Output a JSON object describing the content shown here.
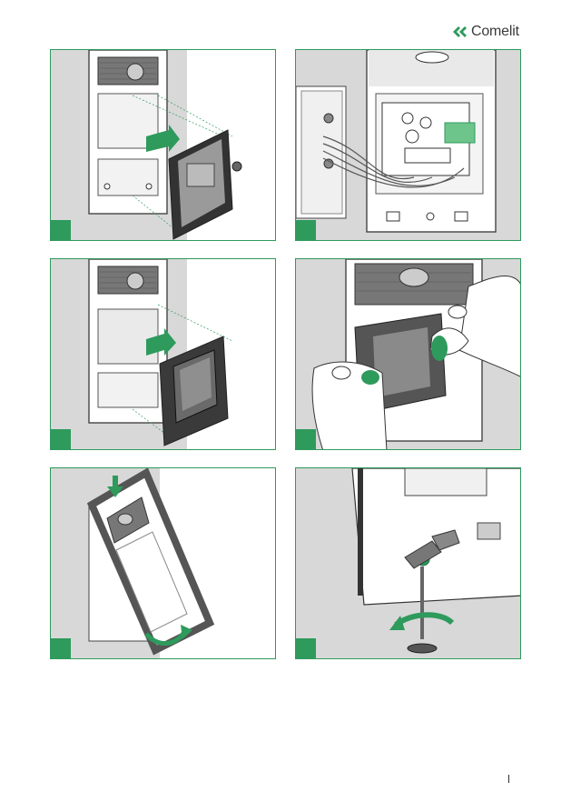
{
  "brand": {
    "name": "Comelit",
    "accent_color": "#2e9a5c",
    "gray_color": "#d8d8d8"
  },
  "panels": [
    {
      "id": "step-1",
      "icon": "insert-module-icon"
    },
    {
      "id": "step-2",
      "icon": "wiring-icon"
    },
    {
      "id": "step-3",
      "icon": "insert-display-icon"
    },
    {
      "id": "step-4",
      "icon": "press-display-icon"
    },
    {
      "id": "step-5",
      "icon": "mount-frame-icon"
    },
    {
      "id": "step-6",
      "icon": "tighten-screw-icon"
    }
  ]
}
